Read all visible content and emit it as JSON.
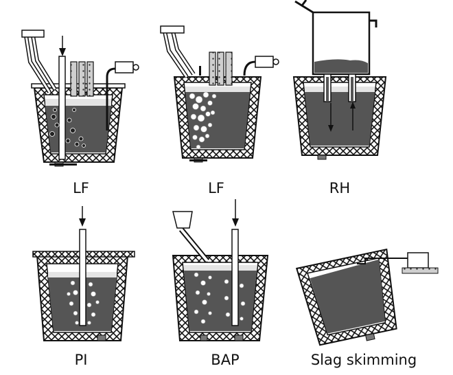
{
  "panels": [
    {
      "label": "LF"
    },
    {
      "label": "LF"
    },
    {
      "label": "RH"
    },
    {
      "label": "PI"
    },
    {
      "label": "BAP"
    },
    {
      "label": "Slag skimming"
    }
  ],
  "colors": {
    "steel": "#555555",
    "slag": "#e4e4e4",
    "outline": "#111111",
    "background": "#ffffff"
  }
}
